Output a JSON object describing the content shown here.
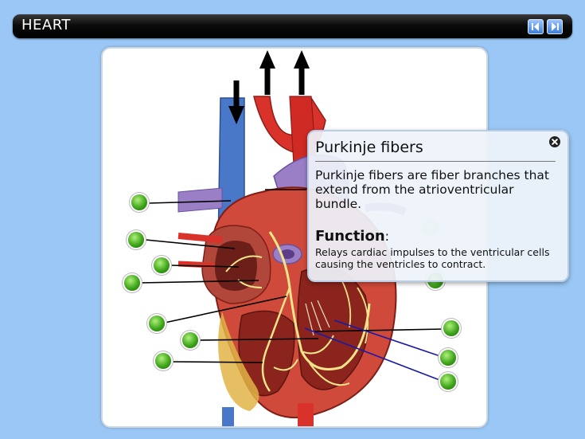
{
  "header": {
    "title": "HEART",
    "prev_icon": "previous-arrow-icon",
    "next_icon": "next-arrow-icon"
  },
  "colors": {
    "background": "#9ac7f5",
    "title_bar": "#000000",
    "hotspot": "#3fa61b",
    "vein": "#4a78c8",
    "artery": "#d8322a",
    "purkinje_fibers": "#f2e48a",
    "callout_highlight": "#1a1aa8"
  },
  "diagram": {
    "description_icon": "heart-anatomy-illustration",
    "hotspot_count": 12,
    "arrow_icons": [
      "down-arrow-icon",
      "up-arrow-icon",
      "up-arrow-icon"
    ]
  },
  "popup": {
    "title": "Purkinje fibers",
    "description": "Purkinje fibers are fiber branches that extend from the atrioventricular bundle.",
    "function_heading": "Function",
    "function_colon": ":",
    "function_text": "Relays cardiac impulses to the ventricular cells causing the ventricles to contract.",
    "close_icon": "close-icon"
  }
}
